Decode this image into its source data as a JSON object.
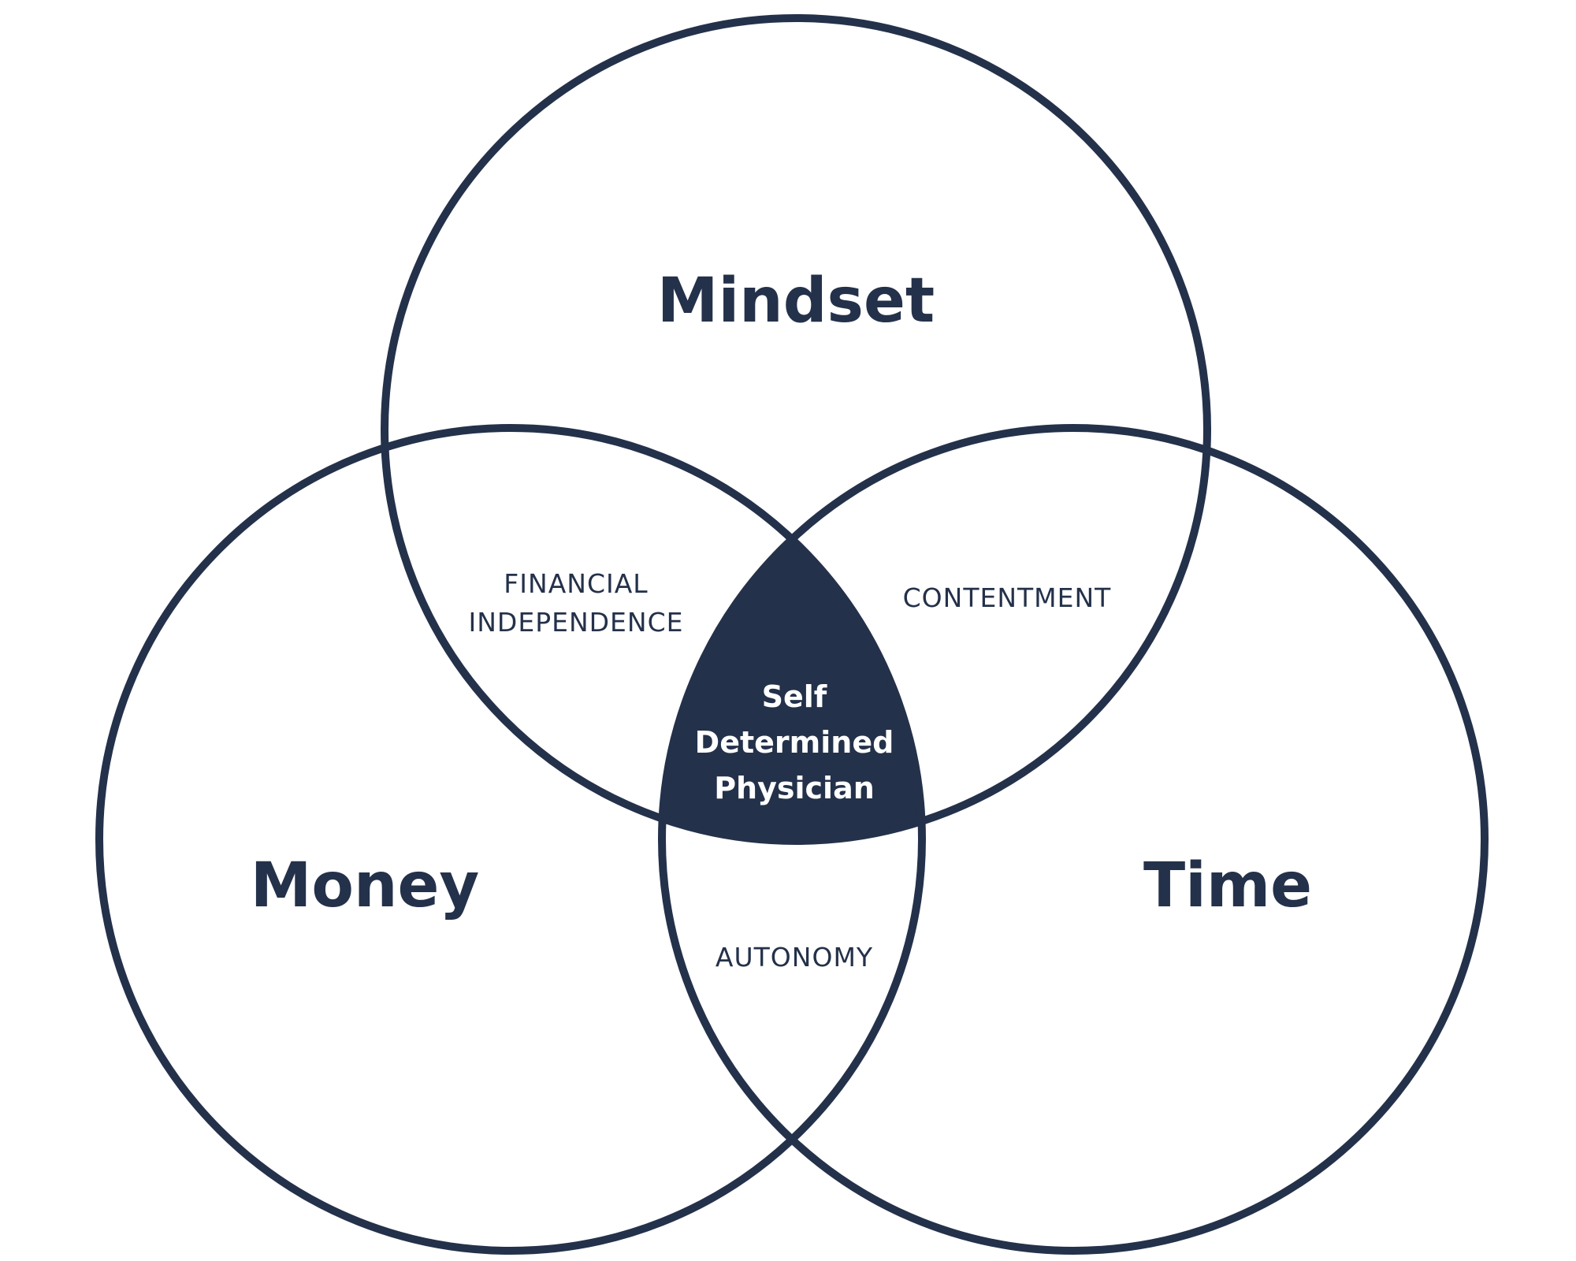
{
  "diagram": {
    "sets": {
      "mindset": "Mindset",
      "money": "Money",
      "time": "Time"
    },
    "intersections": {
      "mindset_money": [
        "FINANCIAL",
        "INDEPENDENCE"
      ],
      "mindset_time": "CONTENTMENT",
      "money_time": "AUTONOMY"
    },
    "center": [
      "Self",
      "Determined",
      "Physician"
    ]
  },
  "colors": {
    "stroke": "#24314a",
    "center_fill": "#24314a",
    "center_text": "#ffffff",
    "background": "#ffffff"
  }
}
